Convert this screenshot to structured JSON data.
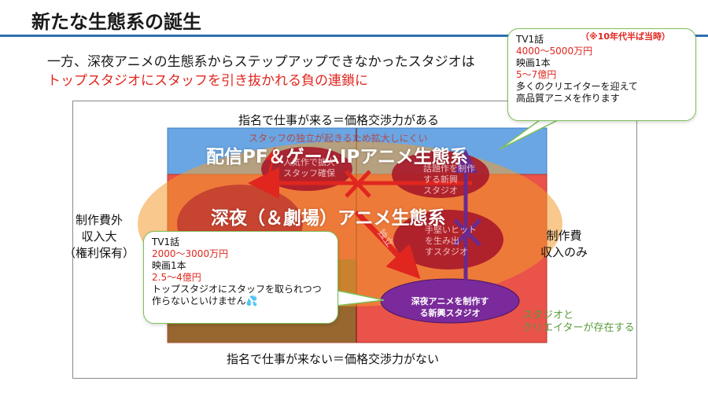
{
  "slide": {
    "title": "新たな生態系の誕生",
    "intro_line1": "一方、深夜アニメの生態系からステップアップできなかったスタジオは",
    "intro_line2": "トップスタジオにスタッフを引き抜かれる負の連鎖に"
  },
  "diagram": {
    "top_label": "指名で仕事が来る＝価格交渉力がある",
    "bottom_label": "指名で仕事が来ない＝価格交渉力がない",
    "left_label": [
      "制作費外",
      "収入大",
      "（権利保有）"
    ],
    "right_label": [
      "制作費",
      "収入のみ"
    ],
    "pf_band_title": "配信PF＆ゲームIPアニメ生態系",
    "pf_band_sub": "スタッフの独立が起きるため拡大しにくい",
    "late_band_title": "深夜（＆劇場）アニメ生態系",
    "blob_popular": [
      "人気作で拡大",
      "スタッフ確保"
    ],
    "blob_topic": [
      "話題作を制作",
      "する新興",
      "スタジオ"
    ],
    "blob_steady": [
      "手堅いヒット",
      "を生み出",
      "すスタジオ"
    ],
    "arrow_label": "独立",
    "oval_text": [
      "深夜アニメを制作す",
      "る新興スタジオ"
    ],
    "green_note": [
      "スタジオと",
      "クリエイターが存在する"
    ],
    "colors": {
      "pf_blue": "#6aa6e3",
      "late_red": "#e9534a",
      "oval_purple": "#7a2a9a",
      "arrow_red": "#e0261f",
      "accent_green": "#7fbf5a"
    }
  },
  "callout_right": {
    "note": "（※10年代半ば当時）",
    "tv": "TV1話",
    "tv_price": "4000～5000万円",
    "movie": "映画1本",
    "movie_price": "5～7億円",
    "desc1": "多くのクリエイターを迎えて",
    "desc2": "高品質アニメを作ります"
  },
  "callout_left": {
    "tv": "TV1話",
    "tv_price": "2000～3000万円",
    "movie": "映画1本",
    "movie_price": "2.5～4億円",
    "desc1": "トップスタジオにスタッフを取られつつ",
    "desc2": "作らないといけません💦"
  }
}
